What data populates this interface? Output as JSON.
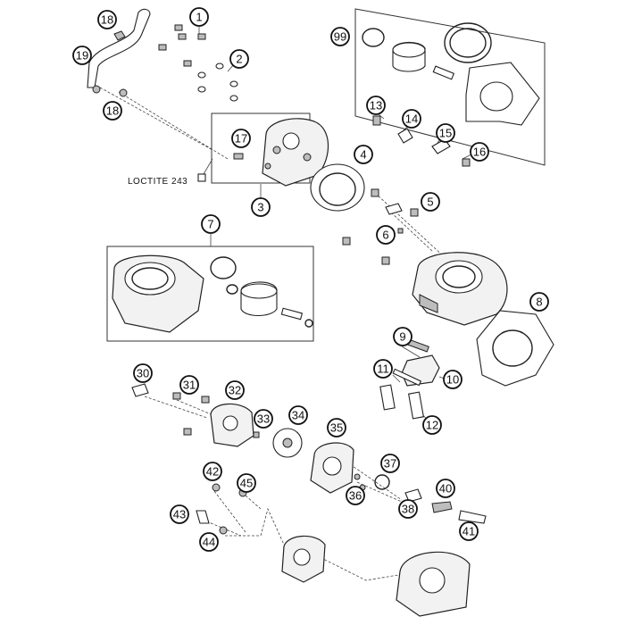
{
  "callouts": [
    {
      "id": "c1",
      "label": "1"
    },
    {
      "id": "c2",
      "label": "2"
    },
    {
      "id": "c3",
      "label": "3"
    },
    {
      "id": "c4",
      "label": "4"
    },
    {
      "id": "c5",
      "label": "5"
    },
    {
      "id": "c6",
      "label": "6"
    },
    {
      "id": "c7",
      "label": "7"
    },
    {
      "id": "c8",
      "label": "8"
    },
    {
      "id": "c9",
      "label": "9"
    },
    {
      "id": "c10",
      "label": "10"
    },
    {
      "id": "c11",
      "label": "11"
    },
    {
      "id": "c12",
      "label": "12"
    },
    {
      "id": "c13",
      "label": "13"
    },
    {
      "id": "c14",
      "label": "14"
    },
    {
      "id": "c15",
      "label": "15"
    },
    {
      "id": "c16",
      "label": "16"
    },
    {
      "id": "c17",
      "label": "17"
    },
    {
      "id": "c18a",
      "label": "18"
    },
    {
      "id": "c18b",
      "label": "18"
    },
    {
      "id": "c19",
      "label": "19"
    },
    {
      "id": "c30",
      "label": "30"
    },
    {
      "id": "c31",
      "label": "31"
    },
    {
      "id": "c32",
      "label": "32"
    },
    {
      "id": "c33",
      "label": "33"
    },
    {
      "id": "c34",
      "label": "34"
    },
    {
      "id": "c35",
      "label": "35"
    },
    {
      "id": "c36",
      "label": "36"
    },
    {
      "id": "c37",
      "label": "37"
    },
    {
      "id": "c38",
      "label": "38"
    },
    {
      "id": "c40",
      "label": "40"
    },
    {
      "id": "c41",
      "label": "41"
    },
    {
      "id": "c42",
      "label": "42"
    },
    {
      "id": "c43",
      "label": "43"
    },
    {
      "id": "c44",
      "label": "44"
    },
    {
      "id": "c45",
      "label": "45"
    },
    {
      "id": "c99",
      "label": "99"
    }
  ],
  "notes": {
    "loctite": "LOCTITE 243"
  }
}
